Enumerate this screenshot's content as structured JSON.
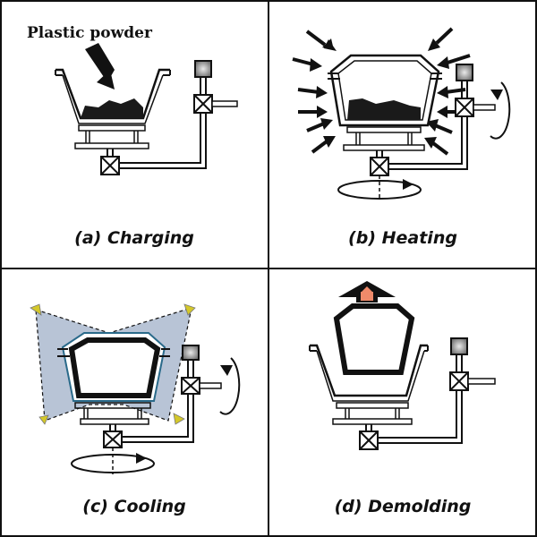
{
  "panels": [
    {
      "id": "charging",
      "caption": "(a) Charging"
    },
    {
      "id": "heating",
      "caption": "(b) Heating"
    },
    {
      "id": "cooling",
      "caption": "(c) Cooling"
    },
    {
      "id": "demolding",
      "caption": "(d) Demolding"
    }
  ],
  "annotations": {
    "plastic_powder": "Plastic powder"
  },
  "colors": {
    "line": "#111111",
    "powder": "#1a1a1a",
    "cooling_fill": "#b8c4d6",
    "nozzle": "#d4c82a",
    "valve_top": "#8a8a8a",
    "lift_arrow": "#f08a6a",
    "mold_outline": "#2a6a8a"
  },
  "icons": [
    "valve-icon",
    "rotation-arrow-icon",
    "heat-arrow-icon",
    "spray-nozzle-icon",
    "lift-arrow-icon"
  ]
}
